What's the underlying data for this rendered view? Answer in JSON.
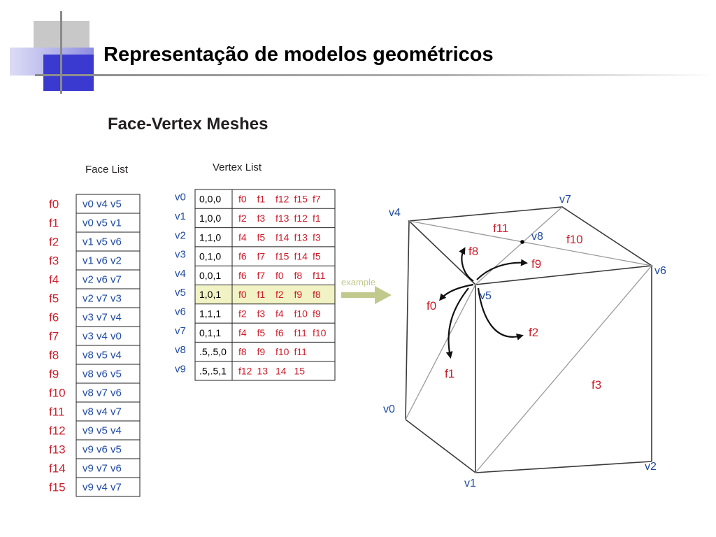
{
  "title": "Representação de modelos geométricos",
  "figure": {
    "heading": "Face-Vertex  Meshes",
    "face_list": {
      "caption": "Face List",
      "rows": [
        {
          "face": "f0",
          "vertices": "v0  v4  v5"
        },
        {
          "face": "f1",
          "vertices": "v0  v5  v1"
        },
        {
          "face": "f2",
          "vertices": "v1  v5  v6"
        },
        {
          "face": "f3",
          "vertices": "v1  v6  v2"
        },
        {
          "face": "f4",
          "vertices": "v2  v6  v7"
        },
        {
          "face": "f5",
          "vertices": "v2  v7  v3"
        },
        {
          "face": "f6",
          "vertices": "v3  v7  v4"
        },
        {
          "face": "f7",
          "vertices": "v3  v4  v0"
        },
        {
          "face": "f8",
          "vertices": "v8  v5  v4"
        },
        {
          "face": "f9",
          "vertices": "v8  v6  v5"
        },
        {
          "face": "f10",
          "vertices": "v8  v7  v6"
        },
        {
          "face": "f11",
          "vertices": "v8  v4  v7"
        },
        {
          "face": "f12",
          "vertices": "v9  v5  v4"
        },
        {
          "face": "f13",
          "vertices": "v9  v6  v5"
        },
        {
          "face": "f14",
          "vertices": "v9  v7  v6"
        },
        {
          "face": "f15",
          "vertices": "v9  v4  v7"
        }
      ]
    },
    "vertex_list": {
      "caption": "Vertex List",
      "highlight_color": "#f1f3c4",
      "highlighted_vertex": "v5",
      "rows": [
        {
          "vertex": "v0",
          "coord": "0,0,0",
          "faces": [
            "f0",
            "f1",
            "f12",
            "f15",
            "f7"
          ]
        },
        {
          "vertex": "v1",
          "coord": "1,0,0",
          "faces": [
            "f2",
            "f3",
            "f13",
            "f12",
            "f1"
          ]
        },
        {
          "vertex": "v2",
          "coord": "1,1,0",
          "faces": [
            "f4",
            "f5",
            "f14",
            "f13",
            "f3"
          ]
        },
        {
          "vertex": "v3",
          "coord": "0,1,0",
          "faces": [
            "f6",
            "f7",
            "f15",
            "f14",
            "f5"
          ]
        },
        {
          "vertex": "v4",
          "coord": "0,0,1",
          "faces": [
            "f6",
            "f7",
            "f0",
            "f8",
            "f11"
          ]
        },
        {
          "vertex": "v5",
          "coord": "1,0,1",
          "faces": [
            "f0",
            "f1",
            "f2",
            "f9",
            "f8"
          ]
        },
        {
          "vertex": "v6",
          "coord": "1,1,1",
          "faces": [
            "f2",
            "f3",
            "f4",
            "f10",
            "f9"
          ]
        },
        {
          "vertex": "v7",
          "coord": "0,1,1",
          "faces": [
            "f4",
            "f5",
            "f6",
            "f11",
            "f10"
          ]
        },
        {
          "vertex": "v8",
          "coord": ".5,.5,0",
          "faces": [
            "f8",
            "f9",
            "f10",
            "f11"
          ]
        },
        {
          "vertex": "v9",
          "coord": ".5,.5,1",
          "faces": [
            "f12",
            "13",
            "14",
            "15"
          ]
        }
      ]
    },
    "example_label": "example",
    "cube": {
      "vertex_labels": {
        "v0": "v0",
        "v1": "v1",
        "v2": "v2",
        "v4": "v4",
        "v5": "v5",
        "v6": "v6",
        "v7": "v7",
        "v8": "v8"
      },
      "face_labels": {
        "f0": "f0",
        "f1": "f1",
        "f2": "f2",
        "f3": "f3",
        "f8": "f8",
        "f9": "f9",
        "f10": "f10",
        "f11": "f11"
      }
    },
    "colors": {
      "face_red": "#cc1f2d",
      "vertex_blue": "#1f4aa0",
      "arrow_green": "#c2c98c"
    }
  }
}
